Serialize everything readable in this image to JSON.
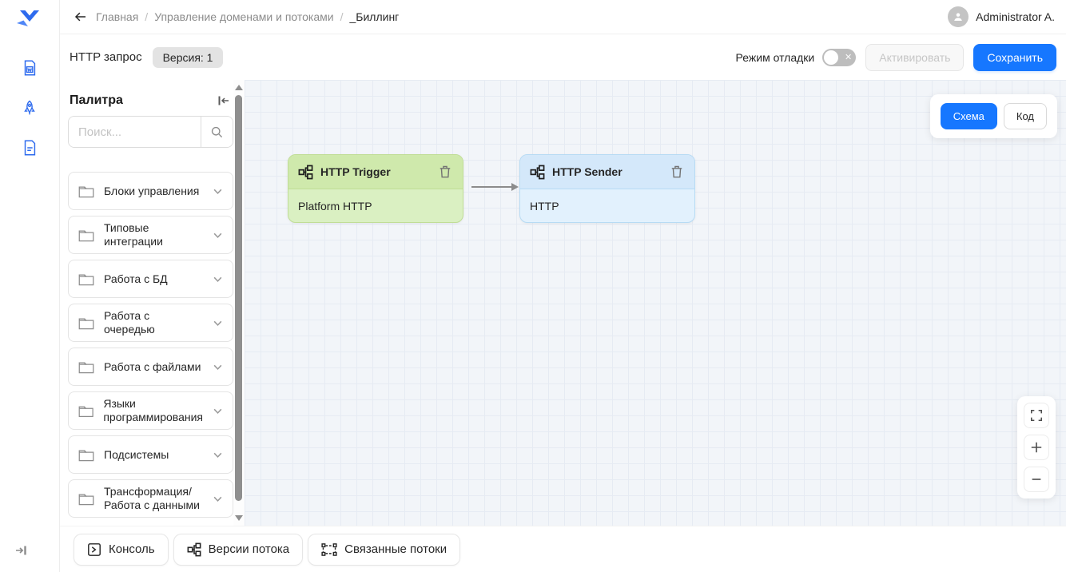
{
  "header": {
    "breadcrumb": [
      "Главная",
      "Управление доменами и потоками",
      "_Биллинг"
    ],
    "separator": "/",
    "user_name": "Administrator A."
  },
  "toolbar": {
    "flow_title": "HTTP запрос",
    "version_badge": "Версия: 1",
    "debug_label": "Режим отладки",
    "debug_toggle_state": "off",
    "activate_label": "Активировать",
    "save_label": "Сохранить"
  },
  "palette": {
    "title": "Палитра",
    "search_placeholder": "Поиск...",
    "categories": [
      "Блоки управления",
      "Типовые интеграции",
      "Работа с БД",
      "Работа с очередью",
      "Работа с файлами",
      "Языки программирования",
      "Подсистемы",
      "Трансформация/Работа с данными"
    ]
  },
  "canvas": {
    "view_switch": {
      "schema": "Схема",
      "code": "Код",
      "active": "Схема"
    },
    "nodes": [
      {
        "title": "HTTP Trigger",
        "subtitle": "Platform HTTP",
        "color": "green"
      },
      {
        "title": "HTTP Sender",
        "subtitle": "HTTP",
        "color": "blue"
      }
    ],
    "edges": [
      {
        "from": "HTTP Trigger",
        "to": "HTTP Sender"
      }
    ]
  },
  "bottom_bar": {
    "console_label": "Консоль",
    "versions_label": "Версии потока",
    "linked_flows_label": "Связанные потоки"
  },
  "icons": {
    "logo": "bird-logo",
    "sidebar": [
      "word-document-icon",
      "rocket-icon",
      "file-text-icon"
    ],
    "toggle_off_glyph": "✕"
  },
  "colors": {
    "primary": "#1677ff",
    "node_green_header": "#cfe9ac",
    "node_green_body": "#daf0c2",
    "node_blue_header": "#d4e8fa",
    "node_blue_body": "#e2f1fd",
    "canvas_bg": "#f2f5f9",
    "badge_bg": "#e3e3e3"
  }
}
